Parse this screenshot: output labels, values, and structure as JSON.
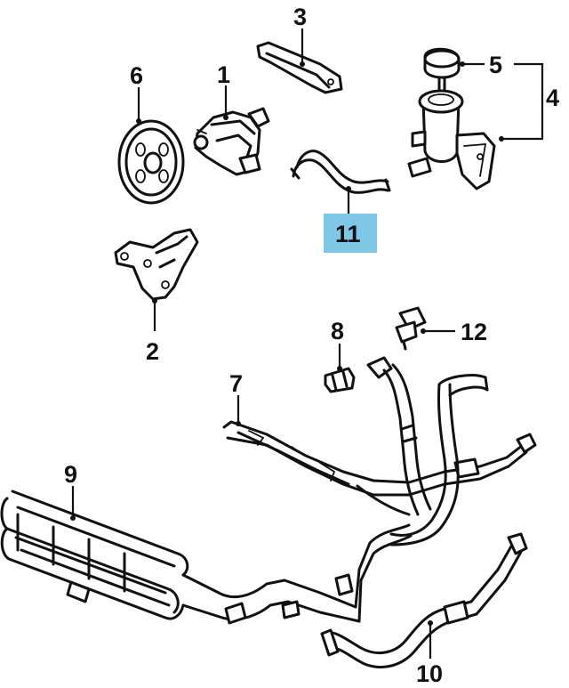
{
  "colors": {
    "line": "#111111",
    "highlight": "#7fc7e6",
    "background": "#ffffff"
  },
  "callouts": {
    "c1": "1",
    "c2": "2",
    "c3": "3",
    "c4": "4",
    "c5": "5",
    "c6": "6",
    "c7": "7",
    "c8": "8",
    "c9": "9",
    "c10": "10",
    "c11": "11",
    "c12": "12"
  },
  "highlighted_callout": "11"
}
